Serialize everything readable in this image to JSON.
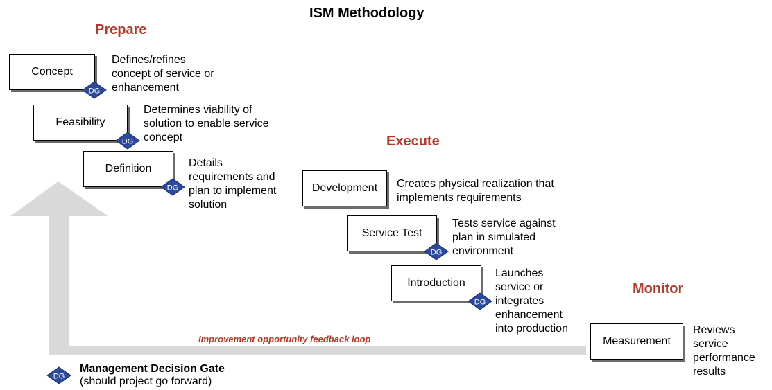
{
  "title": "ISM Methodology",
  "phases": {
    "prepare": "Prepare",
    "execute": "Execute",
    "monitor": "Monitor"
  },
  "steps": [
    {
      "name": "Concept",
      "desc": [
        "Defines/refines",
        "concept of service or",
        "enhancement"
      ],
      "gate": true
    },
    {
      "name": "Feasibility",
      "desc": [
        "Determines viability of",
        "solution to enable service",
        "concept"
      ],
      "gate": true
    },
    {
      "name": "Definition",
      "desc": [
        "Details",
        "requirements and",
        "plan to implement",
        "solution"
      ],
      "gate": true
    },
    {
      "name": "Development",
      "desc": [
        "Creates physical realization that",
        "implements requirements"
      ],
      "gate": false
    },
    {
      "name": "Service Test",
      "desc": [
        "Tests service against",
        "plan in simulated",
        "environment"
      ],
      "gate": true
    },
    {
      "name": "Introduction",
      "desc": [
        "Launches",
        "service or",
        "integrates",
        "enhancement",
        "into production"
      ],
      "gate": true
    },
    {
      "name": "Measurement",
      "desc": [
        "Reviews",
        "service",
        "performance",
        "results"
      ],
      "gate": false
    }
  ],
  "gate_label": "DG",
  "feedback_label": "Improvement opportunity feedback loop",
  "legend": {
    "title": "Management Decision Gate",
    "subtitle": "(should project go forward)"
  },
  "colors": {
    "phase": "#b53a2a",
    "gate_fill": "#2b4a9c",
    "arrow": "#d9d9d9"
  }
}
